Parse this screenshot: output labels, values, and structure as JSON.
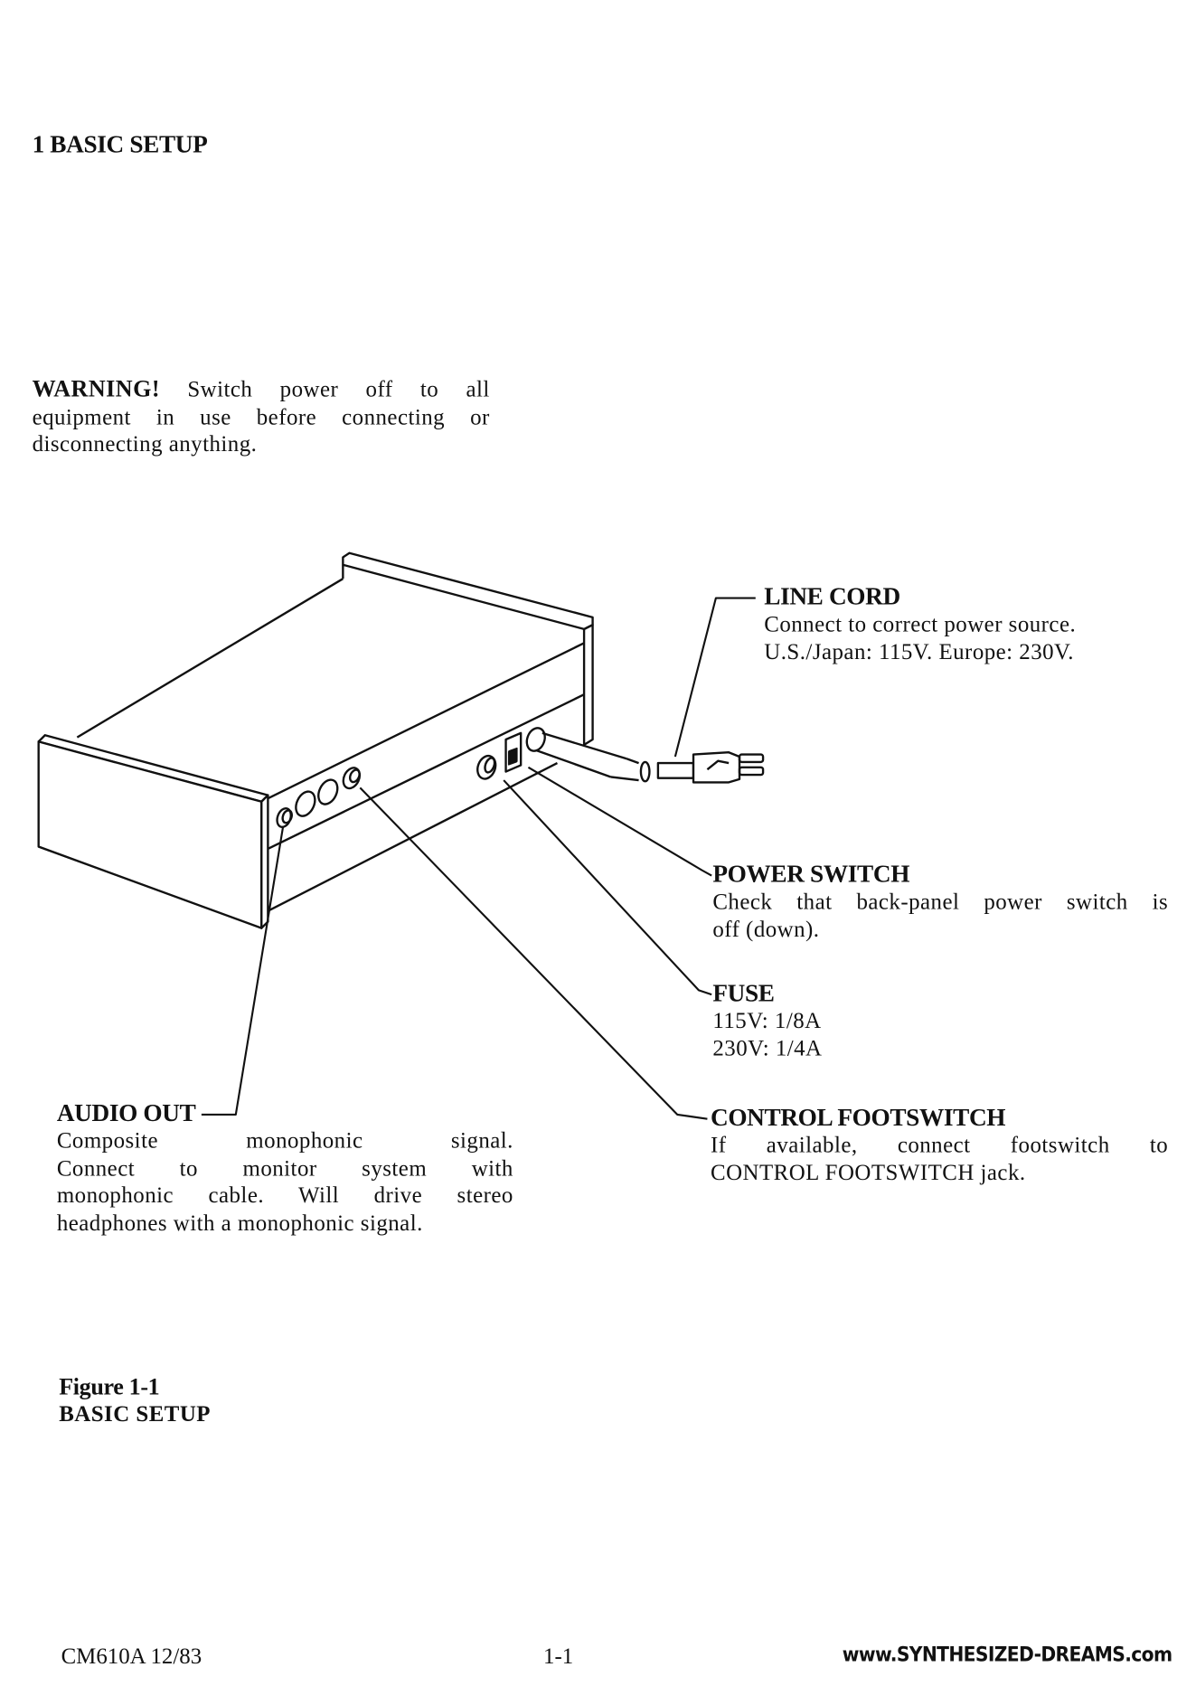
{
  "section_title": "1 BASIC SETUP",
  "warning": {
    "label": "WARNING!",
    "lines": [
      "Switch power off to all",
      "equipment in use before connecting or",
      "disconnecting anything."
    ]
  },
  "callouts": {
    "line_cord": {
      "title": "LINE CORD",
      "lines": [
        "Connect to correct power source.",
        "U.S./Japan: 115V. Europe: 230V."
      ]
    },
    "power_switch": {
      "title": "POWER SWITCH",
      "lines": [
        "Check that back-panel power switch is",
        "off (down)."
      ]
    },
    "fuse": {
      "title": "FUSE",
      "lines": [
        "115V: 1/8A",
        "230V: 1/4A"
      ]
    },
    "control_footswitch": {
      "title": "CONTROL FOOTSWITCH",
      "lines": [
        "If available, connect footswitch to",
        "CONTROL FOOTSWITCH jack."
      ]
    },
    "audio_out": {
      "title": "AUDIO OUT",
      "lines": [
        "Composite monophonic signal.",
        "Connect to monitor system with",
        "monophonic cable. Will drive stereo",
        "headphones with a monophonic signal."
      ]
    }
  },
  "figure": {
    "label": "Figure 1-1",
    "caption": "BASIC SETUP"
  },
  "footer": {
    "doc_id": "CM610A  12/83",
    "page": "1-1",
    "website": "www.SYNTHESIZED-DREAMS.com"
  }
}
